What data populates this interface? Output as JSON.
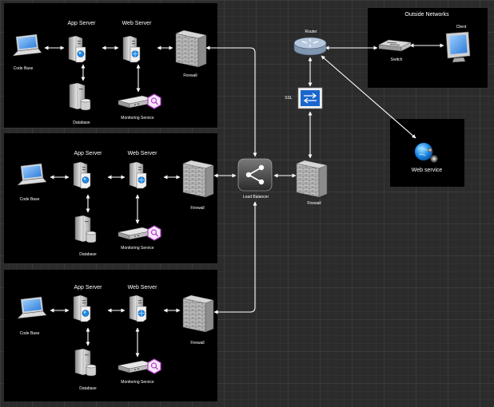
{
  "diagram": {
    "nodes": {
      "g1_codebase": "Code Base",
      "g1_appserver": "App Server",
      "g1_webserver": "Web Server",
      "g1_firewall": "Firewall",
      "g1_database": "Database",
      "g1_monitoring": "Monitoring Service",
      "g2_codebase": "Code Base",
      "g2_appserver": "App Server",
      "g2_webserver": "Web Server",
      "g2_firewall": "Firewall",
      "g2_database": "Database",
      "g2_monitoring": "Monitoring Service",
      "g3_codebase": "Code Base",
      "g3_appserver": "App Server",
      "g3_webserver": "Web Server",
      "g3_firewall": "Firewall",
      "g3_database": "Database",
      "g3_monitoring": "Monitoring Service",
      "load_balancer": "Load Balancer",
      "firewall_main": "Firewall",
      "router": "Router",
      "ssl": "SSL",
      "outside_title": "Outside Networks",
      "switch": "Switch",
      "client": "Client",
      "web_service": "Web service"
    },
    "colors": {
      "panel": "#000000",
      "connector": "#ffffff",
      "server_body": "#d4d4d4",
      "accent_blue": "#1e88e5",
      "monitor_purple": "#b040c0",
      "firewall_brick": "#bdbdbd",
      "router_blue": "#9fb6d4",
      "ssl_blue": "#1a66cc"
    }
  }
}
